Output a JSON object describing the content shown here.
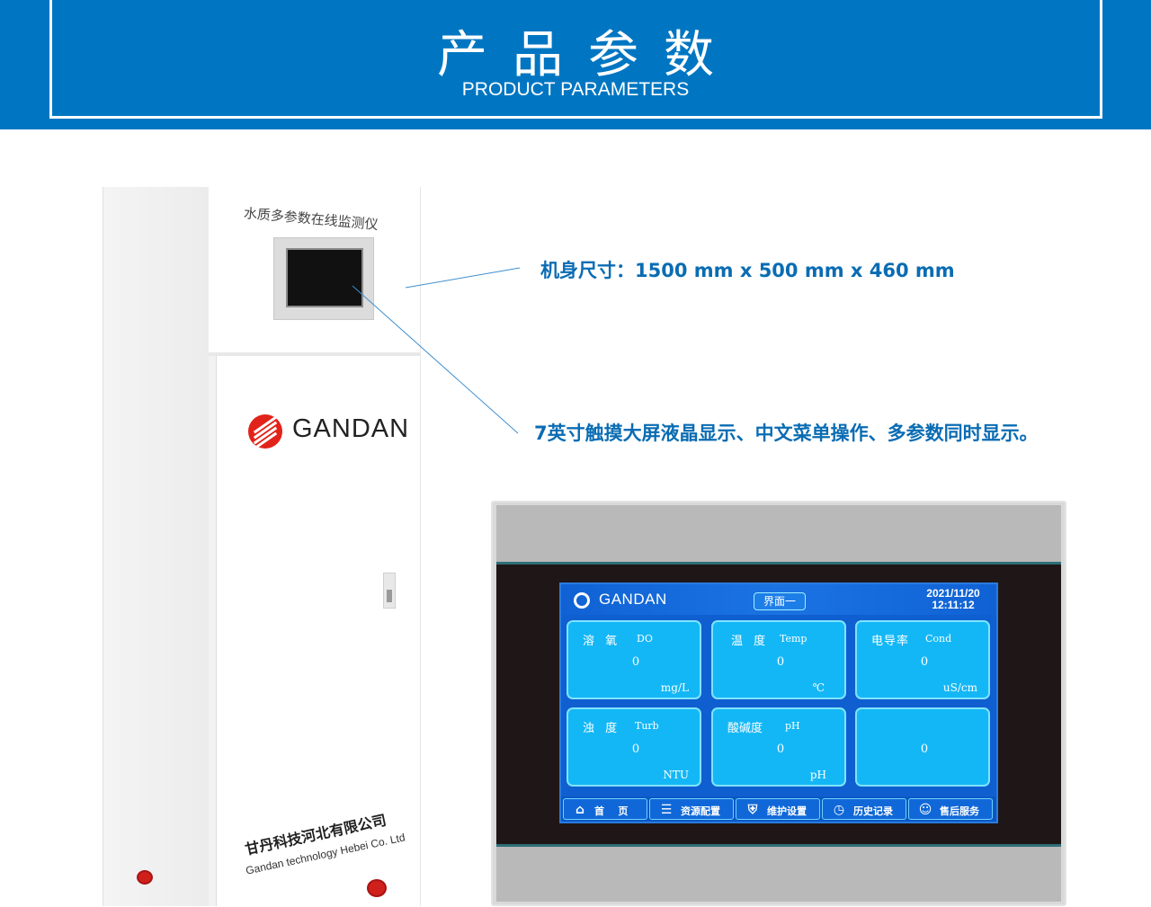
{
  "header": {
    "title": "产品参数",
    "subtitle": "PRODUCT PARAMETERS"
  },
  "device": {
    "label": "水质多参数在线监测仪",
    "brand": "GANDAN",
    "company_cn": "甘丹科技河北有限公司",
    "company_en": "Gandan technology Hebei Co. Ltd"
  },
  "specs": {
    "size": "机身尺寸：1500 mm x 500 mm x 460 mm",
    "display": "7英寸触摸大屏液晶显示、中文菜单操作、多参数同时显示。"
  },
  "screen": {
    "brand": "GANDAN",
    "page_label": "界面一",
    "date": "2021/11/20",
    "time": "12:11:12",
    "cards": [
      {
        "cn": "溶 氧",
        "en": "DO",
        "value": "0",
        "unit": "mg/L"
      },
      {
        "cn": "温 度",
        "en": "Temp",
        "value": "0",
        "unit": "℃"
      },
      {
        "cn": "电导率",
        "en": "Cond",
        "value": "0",
        "unit": "uS/cm"
      },
      {
        "cn": "浊 度",
        "en": "Turb",
        "value": "0",
        "unit": "NTU"
      },
      {
        "cn": "酸碱度",
        "en": "pH",
        "value": "0",
        "unit": "pH"
      },
      {
        "cn": "",
        "en": "",
        "value": "0",
        "unit": ""
      }
    ],
    "nav": [
      {
        "label": "首    页",
        "icon": "home-icon"
      },
      {
        "label": "资源配置",
        "icon": "sliders-icon"
      },
      {
        "label": "维护设置",
        "icon": "shield-icon"
      },
      {
        "label": "历史记录",
        "icon": "clock-icon"
      },
      {
        "label": "售后服务",
        "icon": "support-icon"
      }
    ]
  },
  "colors": {
    "banner": "#0076c2",
    "accent_text": "#0a6cb3",
    "brand_red": "#e2231a",
    "lcd_blue": "#0f5fd0",
    "card_cyan": "#14b7f6"
  }
}
